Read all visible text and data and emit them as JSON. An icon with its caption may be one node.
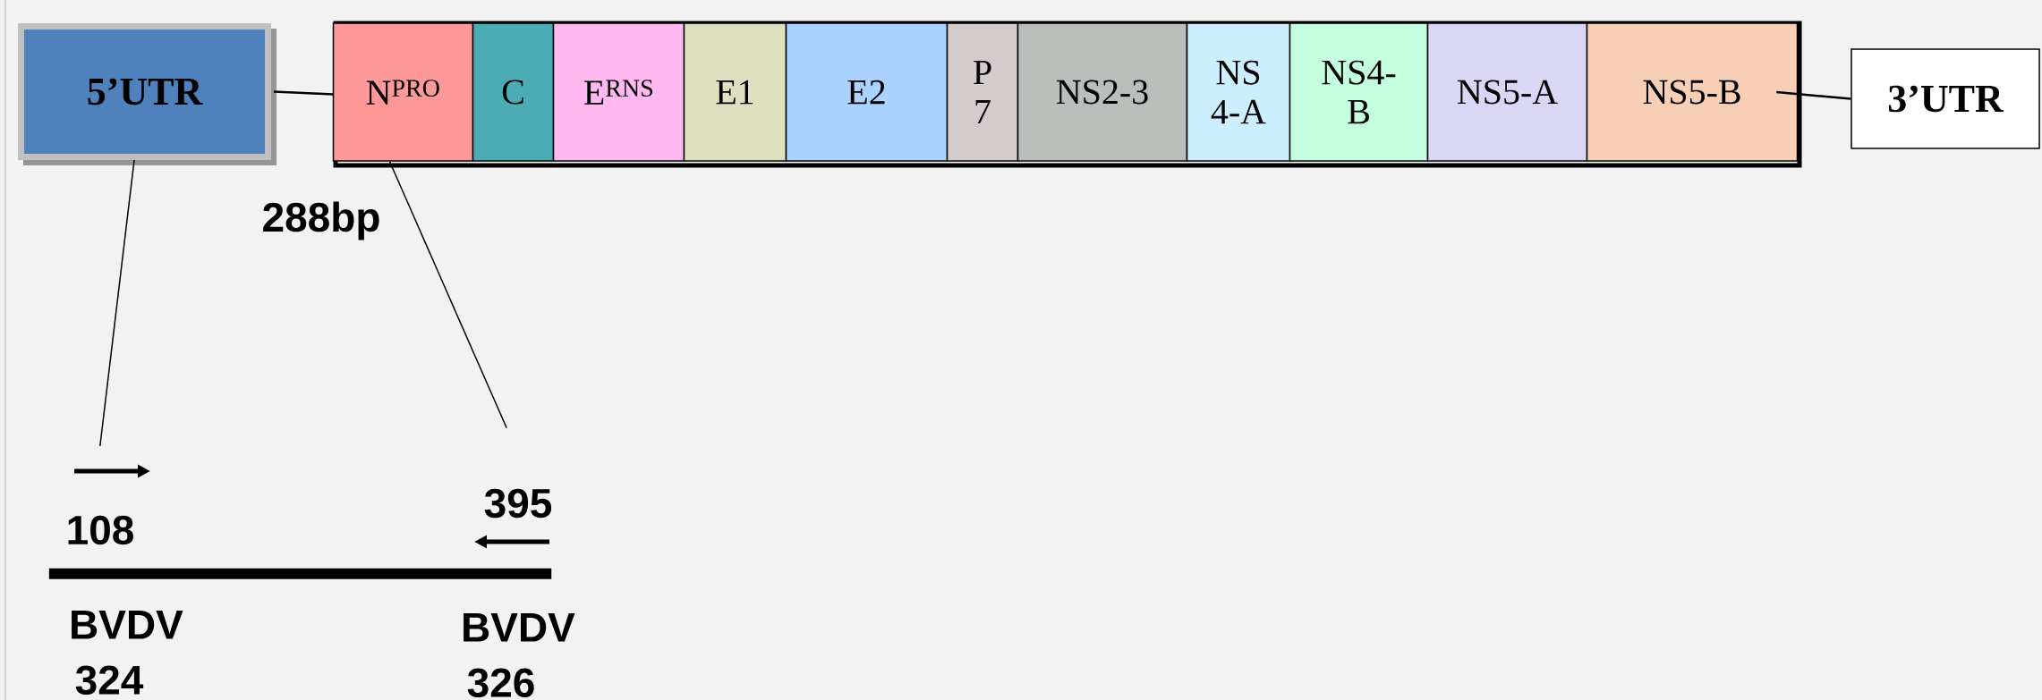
{
  "diagram": {
    "nodes": [
      {
        "text": [
          "5’UTR"
        ]
      },
      {
        "text": [],
        "shape": "box"
      },
      {
        "text": [
          "N$^{PRO}$"
        ],
        "in": 1
      },
      {
        "text": [
          "C"
        ],
        "in": 1
      },
      {
        "text": [
          "E$^{RNS}$"
        ],
        "in": 1
      },
      {
        "text": [
          "E1"
        ],
        "in": 1
      },
      {
        "text": [
          "E2"
        ],
        "in": 1
      },
      {
        "text": [
          "P 7"
        ],
        "in": 1
      },
      {
        "text": [
          "NS2-3"
        ],
        "in": 1
      },
      {
        "text": [
          "NS 4-A"
        ],
        "in": 1
      },
      {
        "text": [
          "NS4- B"
        ],
        "in": 1
      },
      {
        "text": [
          "NS5-A"
        ],
        "in": 1
      },
      {
        "text": [
          "NS5-B"
        ],
        "in": 1
      },
      {
        "text": [
          "3’UTR"
        ]
      },
      {
        "text": [],
        "shape": "bar"
      }
    ],
    "edges": [
      {
        "from": 0,
        "to": 1,
        "arrow": "none"
      },
      {
        "from": 12,
        "to": 13,
        "arrow": "none"
      },
      {
        "from": 0,
        "to": 14,
        "arrow": "none"
      },
      {
        "from": 2,
        "to": 14,
        "arrow": "none"
      }
    ],
    "labels": [
      "288bp",
      "395",
      "108",
      "BVDV 324",
      "BVDV 326"
    ]
  }
}
